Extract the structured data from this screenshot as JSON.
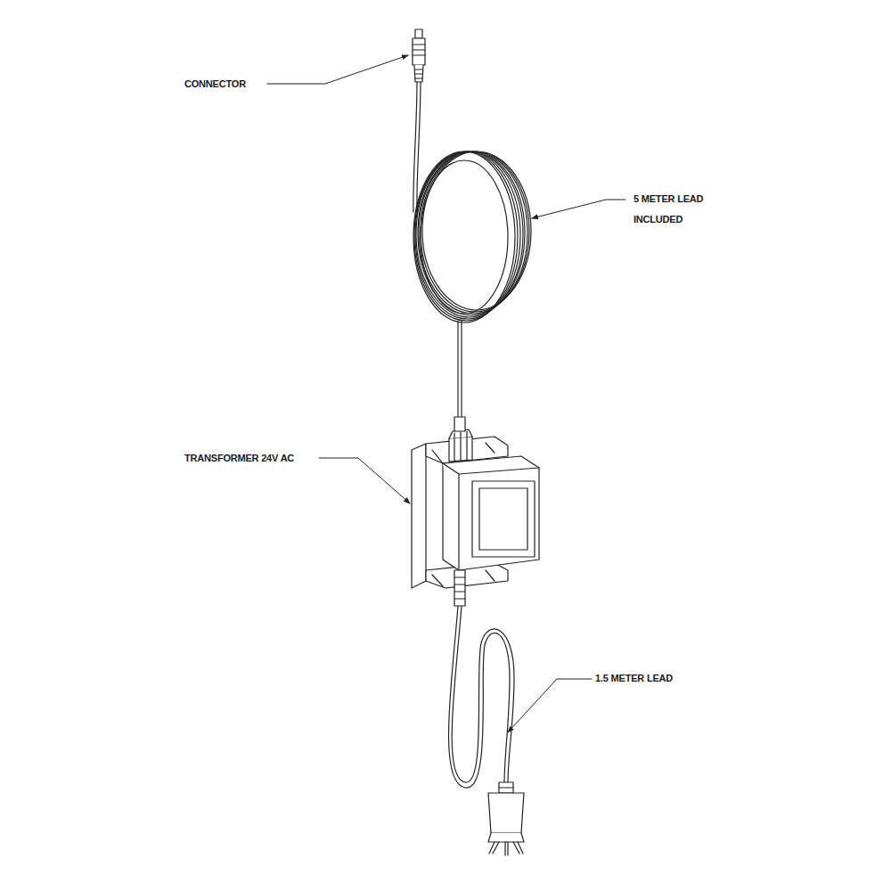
{
  "diagram": {
    "labels": [
      "CONNECTOR",
      "5 METER LEAD INCLUDED",
      "TRANSFORMER 24V AC",
      "1.5 METER LEAD"
    ]
  }
}
